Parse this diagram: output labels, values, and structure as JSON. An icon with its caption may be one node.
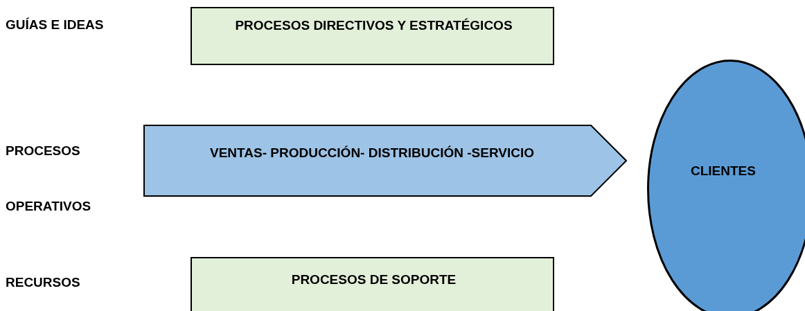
{
  "diagram": {
    "nodes": [
      {
        "text": [
          "PROCESOS DIRECTIVOS Y ESTRATÉGICOS"
        ]
      },
      {
        "text": [
          "VENTAS- PRODUCCIÓN- DISTRIBUCIÓN -SERVICIO"
        ]
      },
      {
        "text": [
          "PROCESOS DE SOPORTE"
        ]
      },
      {
        "text": [
          "CLIENTES"
        ]
      }
    ],
    "labels": [
      "GUÍAS E IDEAS",
      "PROCESOS OPERATIVOS",
      "RECURSOS"
    ]
  }
}
